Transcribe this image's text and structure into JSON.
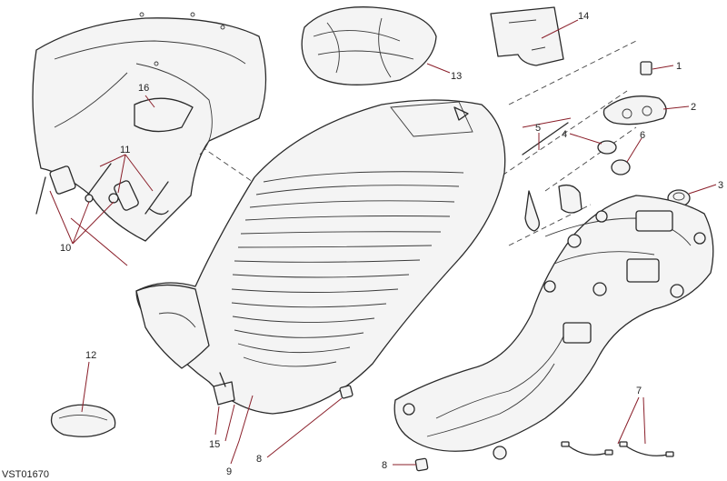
{
  "drawing_code": "VST01670",
  "callouts": [
    {
      "id": "c1",
      "label": "1"
    },
    {
      "id": "c2",
      "label": "2"
    },
    {
      "id": "c3",
      "label": "3"
    },
    {
      "id": "c4",
      "label": "4"
    },
    {
      "id": "c5",
      "label": "5"
    },
    {
      "id": "c6",
      "label": "6"
    },
    {
      "id": "c7",
      "label": "7"
    },
    {
      "id": "c8a",
      "label": "8"
    },
    {
      "id": "c8b",
      "label": "8"
    },
    {
      "id": "c9",
      "label": "9"
    },
    {
      "id": "c10",
      "label": "10"
    },
    {
      "id": "c11",
      "label": "11"
    },
    {
      "id": "c12",
      "label": "12"
    },
    {
      "id": "c13",
      "label": "13"
    },
    {
      "id": "c14",
      "label": "14"
    },
    {
      "id": "c15",
      "label": "15"
    },
    {
      "id": "c16",
      "label": "16"
    }
  ]
}
